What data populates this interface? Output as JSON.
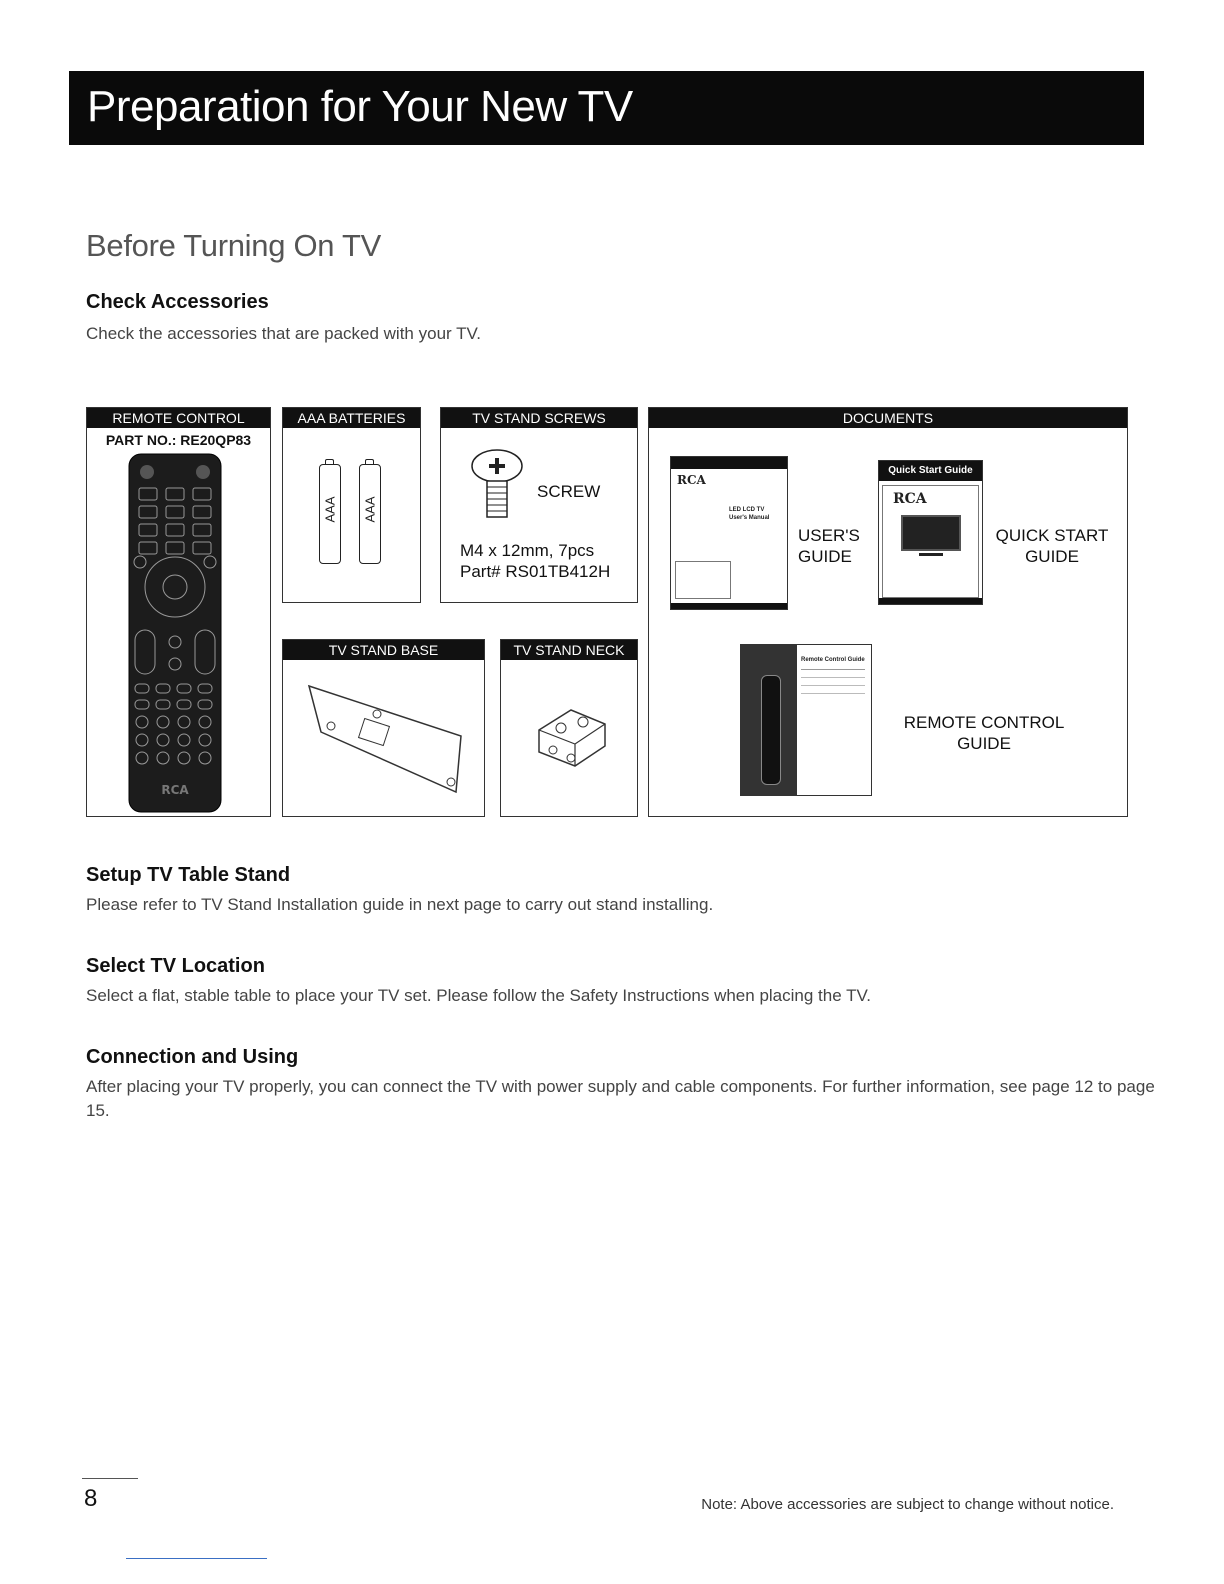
{
  "header": {
    "title": "Preparation for Your New TV"
  },
  "section": {
    "title": "Before Turning On TV"
  },
  "check_accessories": {
    "heading": "Check Accessories",
    "text": "Check the accessories that are packed with your TV."
  },
  "accessories": {
    "remote": {
      "header": "REMOTE CONTROL",
      "part": "PART NO.: RE20QP83",
      "brand": "RCA"
    },
    "batteries": {
      "header": "AAA BATTERIES",
      "label": "AAA"
    },
    "screws": {
      "header": "TV STAND SCREWS",
      "screw_label": "SCREW",
      "spec": "M4 x 12mm, 7pcs",
      "part": "Part# RS01TB412H"
    },
    "stand_base": {
      "header": "TV STAND BASE"
    },
    "stand_neck": {
      "header": "TV STAND NECK"
    },
    "documents": {
      "header": "DOCUMENTS",
      "users_guide_line1": "USER'S",
      "users_guide_line2": "GUIDE",
      "quick_start_line1": "QUICK START",
      "quick_start_line2": "GUIDE",
      "remote_guide_line1": "REMOTE CONTROL",
      "remote_guide_line2": "GUIDE",
      "users_cover_brand": "RCA",
      "users_cover_title": "LED LCD TV",
      "users_cover_subtitle": "User's Manual",
      "qs_cover_banner": "Quick Start Guide",
      "qs_cover_brand": "RCA",
      "rc_cover_title": "Remote Control Guide"
    }
  },
  "setup_stand": {
    "heading": "Setup TV Table Stand",
    "text": "Please refer to TV Stand Installation guide in next page to carry out stand installing."
  },
  "select_location": {
    "heading": "Select TV Location",
    "text": "Select a flat, stable table to place your TV set. Please follow the Safety Instructions when placing the TV."
  },
  "connection": {
    "heading": "Connection and Using",
    "text": "After placing your TV properly, you can connect the TV with power supply and cable components. For further information, see page 12 to page 15."
  },
  "footer": {
    "page_number": "8",
    "note": "Note: Above accessories are subject to change without notice."
  }
}
